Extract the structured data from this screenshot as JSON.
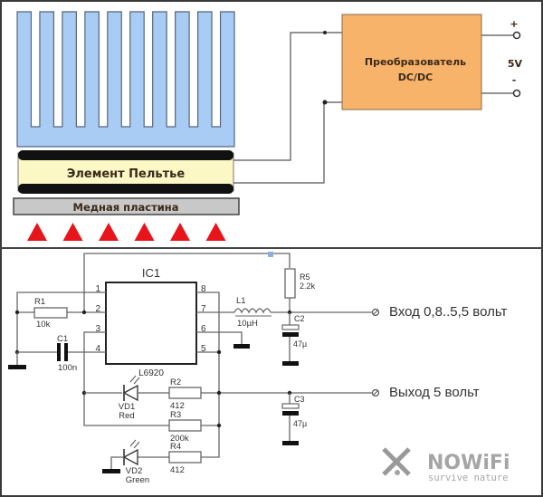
{
  "top_panel": {
    "peltier_label": "Элемент Пельтье",
    "copper_plate_label": "Медная пластина",
    "converter_label_line1": "Преобразователь",
    "converter_label_line2": "DC/DC",
    "output_voltage": "5V",
    "plus_sign": "+",
    "minus_sign": "-",
    "heat_arrow_count": 6,
    "heatsink_fin_count": 10,
    "colors": {
      "heatsink": "#a9ccf5",
      "peltier_body": "#fcf8c6",
      "copper_plate": "#c8c8c8",
      "converter": "#f8b36b",
      "heat_arrows": "#e8141b"
    }
  },
  "bottom_panel": {
    "ic": {
      "ref": "IC1",
      "part": "L6920",
      "pins_left": [
        "1",
        "2",
        "3",
        "4"
      ],
      "pins_right": [
        "8",
        "7",
        "6",
        "5"
      ]
    },
    "r1": {
      "ref": "R1",
      "value": "10k"
    },
    "c1": {
      "ref": "C1",
      "value": "100n"
    },
    "l1": {
      "ref": "L1",
      "value": "10µH"
    },
    "r5": {
      "ref": "R5",
      "value": "2.2k"
    },
    "c2": {
      "ref": "C2",
      "value": "47µ"
    },
    "c3": {
      "ref": "C3",
      "value": "47µ"
    },
    "r2": {
      "ref": "R2",
      "value": "412"
    },
    "r3": {
      "ref": "R3",
      "value": "200k"
    },
    "r4": {
      "ref": "R4",
      "value": "412"
    },
    "vd1": {
      "ref": "VD1",
      "color": "Red"
    },
    "vd2": {
      "ref": "VD2",
      "color": "Green"
    },
    "input_label": "Вход 0,8..5,5 вольт",
    "output_label": "Выход 5 вольт"
  },
  "watermark": {
    "brand": "NOWiFi",
    "tagline": "survive nature"
  }
}
